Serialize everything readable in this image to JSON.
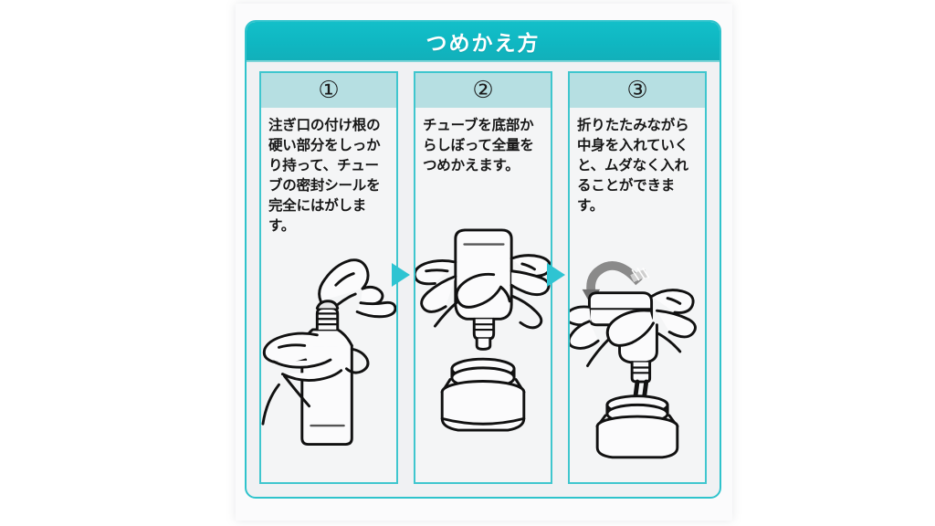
{
  "header": {
    "title": "つめかえ方"
  },
  "colors": {
    "header_teal": "#0fb7c2",
    "frame_border": "#2fc3cc",
    "panel_border": "#3fc6ce",
    "panel_band": "#b6dfe2",
    "arrow_teal": "#2ec4d2",
    "card_white": "#fbfbfc",
    "page_background": "#ffffff",
    "text_dark": "#171717",
    "fold_arrow_gray": "#777777"
  },
  "steps": [
    {
      "number": "①",
      "number_name": "step-1",
      "text": "注ぎ口の付け根の硬い部分をしっかり持って、チューブの密封シールを完全にはがします。",
      "illustration": "hands-peeling-seal-from-refill-pouch-spout"
    },
    {
      "number": "②",
      "number_name": "step-2",
      "text": "チューブを底部からしぼって全量をつめかえます。",
      "illustration": "hands-squeezing-tube-over-open-jar"
    },
    {
      "number": "③",
      "number_name": "step-3",
      "text": "折りたたみながら中身を入れていくと、ムダなく入れることができます。",
      "illustration": "folded-tube-dispensing-into-jar-with-fold-arrow"
    }
  ],
  "connectors": [
    {
      "name": "arrow-step1-to-step2",
      "direction": "right"
    },
    {
      "name": "arrow-step2-to-step3",
      "direction": "right"
    }
  ]
}
